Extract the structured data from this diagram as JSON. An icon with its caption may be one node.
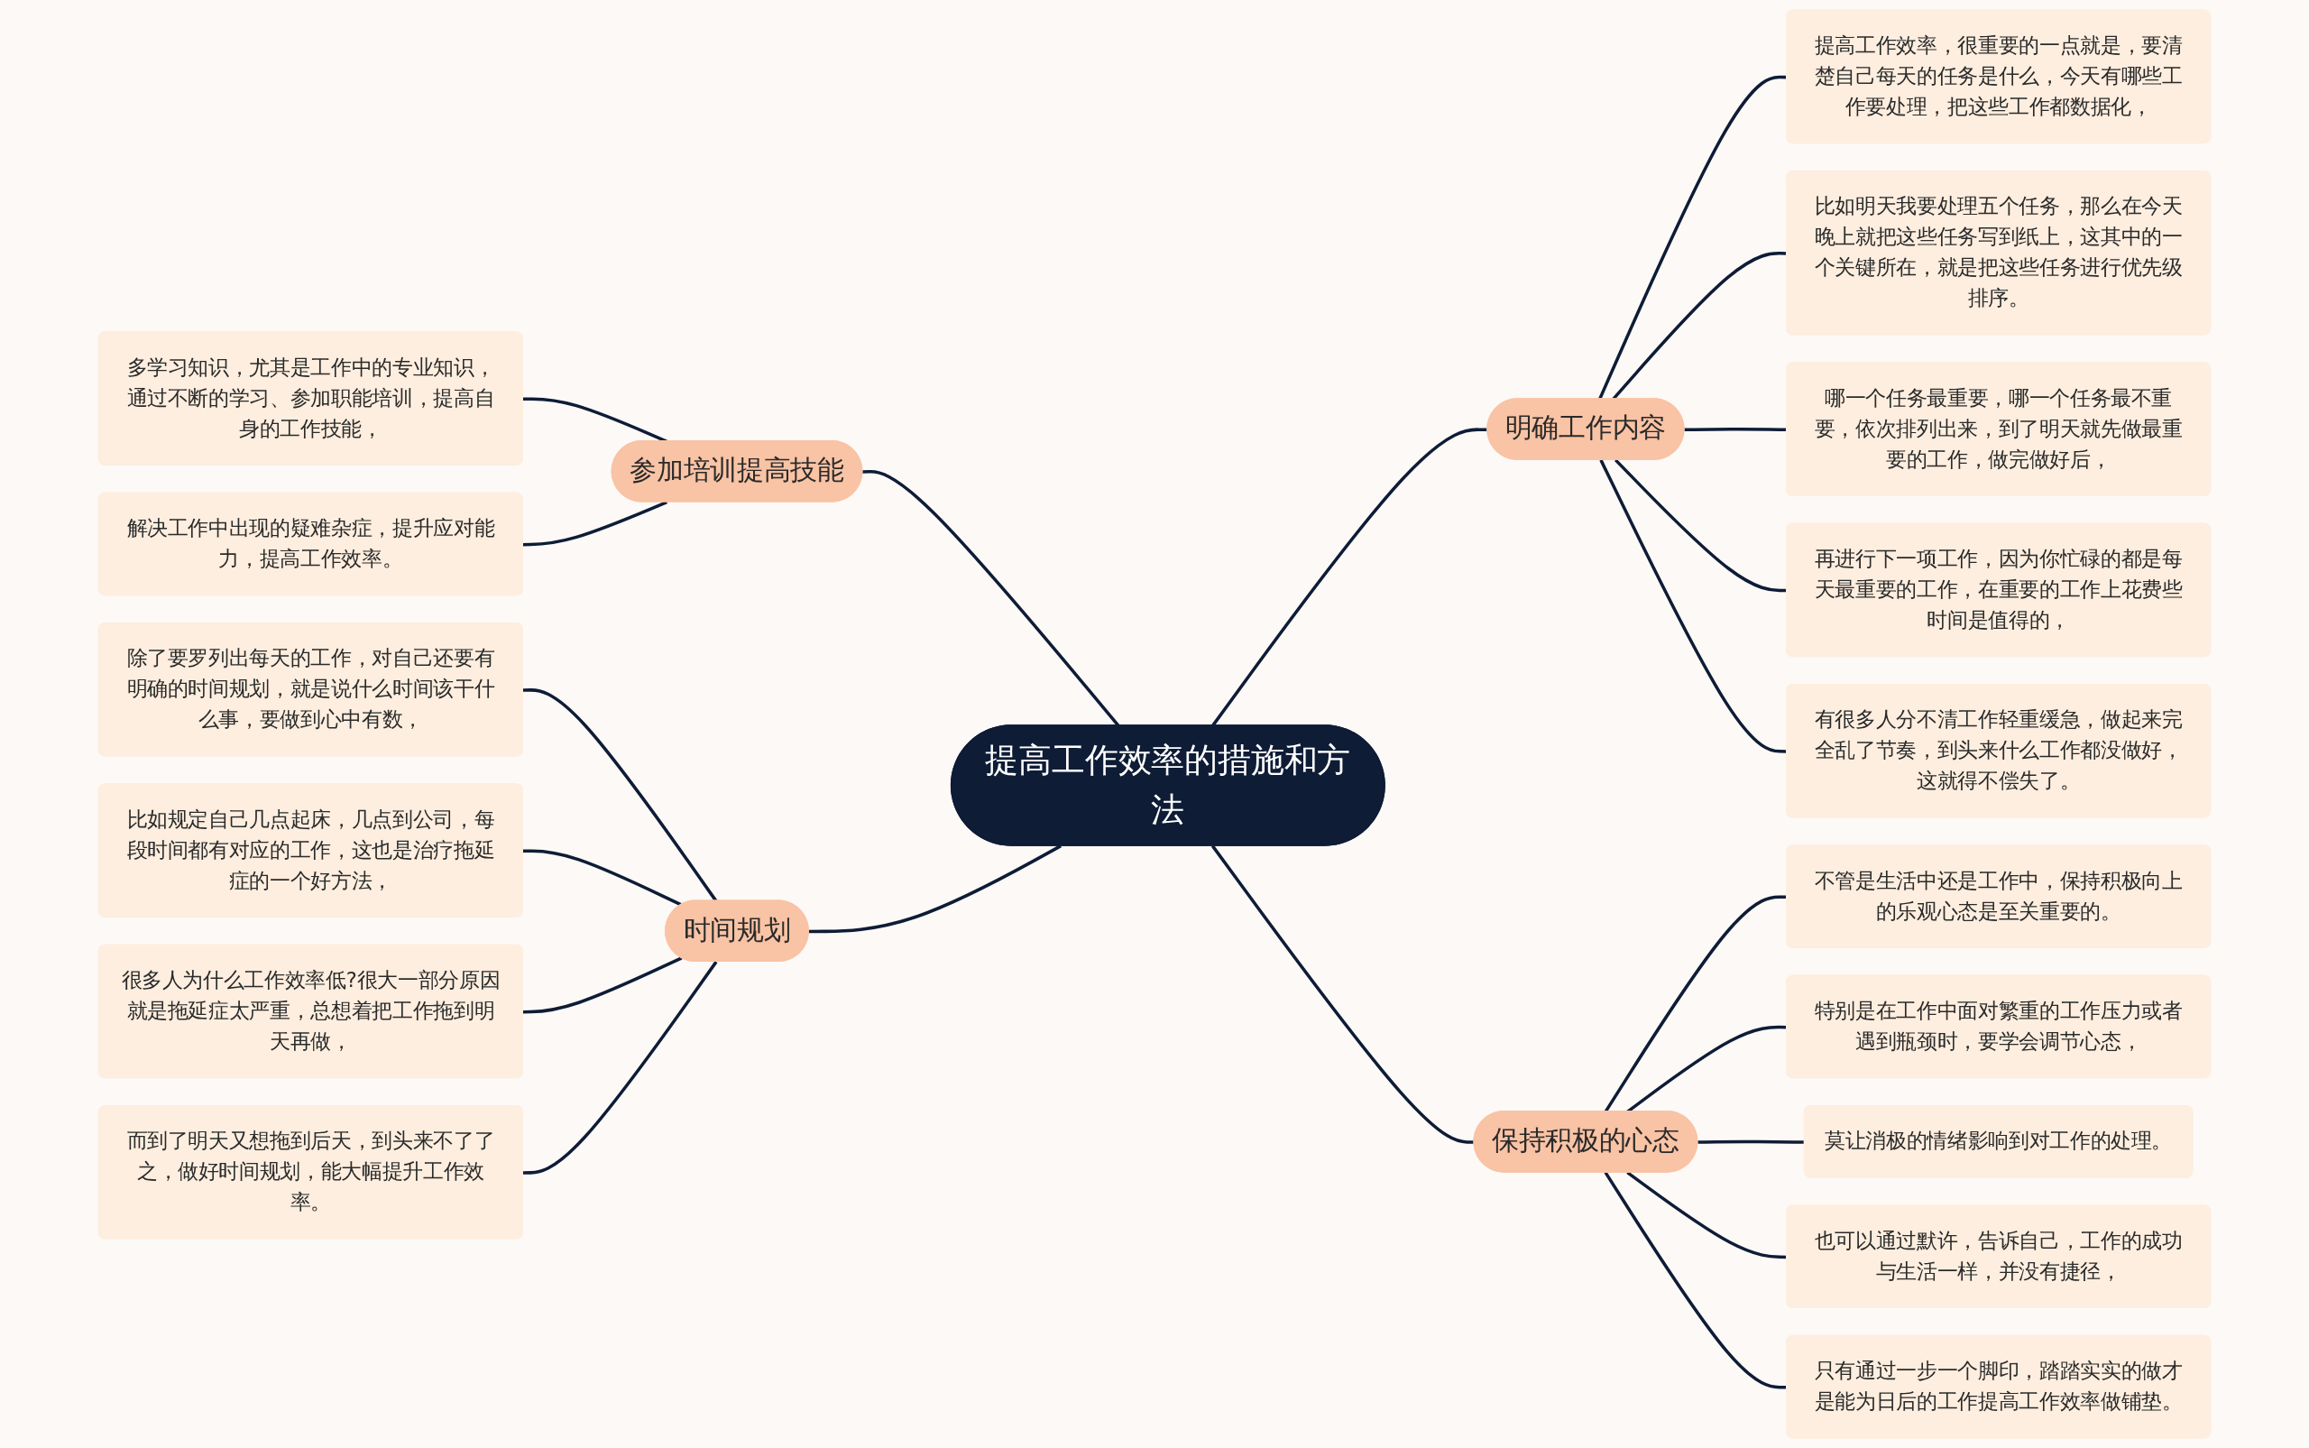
{
  "diagram": {
    "nodes": [
      {
        "text": [
          "提高工作效率的措施和方法"
        ]
      },
      {
        "text": [
          "明确工作内容"
        ]
      },
      {
        "text": [
          "提高工作效率，很重要的一点就是，要清楚自己每天的任务是什么，今天有哪些工作要处理，把这些工作都数据化，"
        ]
      },
      {
        "text": [
          "比如明天我要处理五个任务，那么在今天晚上就把这些任务写到纸上，这其中的一个关键所在，就是把这些任务进行优先级排序。"
        ]
      },
      {
        "text": [
          "哪一个任务最重要，哪一个任务最不重要，依次排列出来，到了明天就先做最重要的工作，做完做好后，"
        ]
      },
      {
        "text": [
          "再进行下一项工作，因为你忙碌的都是每天最重要的工作，在重要的工作上花费些时间是值得的，"
        ]
      },
      {
        "text": [
          "有很多人分不清工作轻重缓急，做起来完全乱了节奏，到头来什么工作都没做好，这就得不偿失了。"
        ]
      },
      {
        "text": [
          "保持积极的心态"
        ]
      },
      {
        "text": [
          "不管是生活中还是工作中，保持积极向上的乐观心态是至关重要的。"
        ]
      },
      {
        "text": [
          "特别是在工作中面对繁重的工作压力或者遇到瓶颈时，要学会调节心态，"
        ]
      },
      {
        "text": [
          "莫让消极的情绪影响到对工作的处理。"
        ]
      },
      {
        "text": [
          "也可以通过默许，告诉自己，工作的成功与生活一样，并没有捷径，"
        ]
      },
      {
        "text": [
          "只有通过一步一个脚印，踏踏实实的做才是能为日后的工作提高工作效率做铺垫。"
        ]
      },
      {
        "text": [
          "参加培训提高技能"
        ]
      },
      {
        "text": [
          "多学习知识，尤其是工作中的专业知识，通过不断的学习、参加职能培训，提高自身的工作技能，"
        ]
      },
      {
        "text": [
          "解决工作中出现的疑难杂症，提升应对能力，提高工作效率。"
        ]
      },
      {
        "text": [
          "时间规划"
        ]
      },
      {
        "text": [
          "除了要罗列出每天的工作，对自己还要有明确的时间规划，就是说什么时间该干什么事，要做到心中有数，"
        ]
      },
      {
        "text": [
          "比如规定自己几点起床，几点到公司，每段时间都有对应的工作，这也是治疗拖延症的一个好方法，"
        ]
      },
      {
        "text": [
          "很多人为什么工作效率低?很大一部分原因就是拖延症太严重，总想着把工作拖到明天再做，"
        ]
      },
      {
        "text": [
          "而到了明天又想拖到后天，到头来不了了之，做好时间规划，能大幅提升工作效率。"
        ]
      }
    ],
    "edges": [
      {
        "from": 0,
        "to": 1,
        "arrow": "none"
      },
      {
        "from": 1,
        "to": 2,
        "arrow": "none"
      },
      {
        "from": 1,
        "to": 3,
        "arrow": "none"
      },
      {
        "from": 1,
        "to": 4,
        "arrow": "none"
      },
      {
        "from": 1,
        "to": 5,
        "arrow": "none"
      },
      {
        "from": 1,
        "to": 6,
        "arrow": "none"
      },
      {
        "from": 0,
        "to": 7,
        "arrow": "none"
      },
      {
        "from": 7,
        "to": 8,
        "arrow": "none"
      },
      {
        "from": 7,
        "to": 9,
        "arrow": "none"
      },
      {
        "from": 7,
        "to": 10,
        "arrow": "none"
      },
      {
        "from": 7,
        "to": 11,
        "arrow": "none"
      },
      {
        "from": 7,
        "to": 12,
        "arrow": "none"
      },
      {
        "from": 0,
        "to": 13,
        "arrow": "none"
      },
      {
        "from": 13,
        "to": 14,
        "arrow": "none"
      },
      {
        "from": 13,
        "to": 15,
        "arrow": "none"
      },
      {
        "from": 0,
        "to": 16,
        "arrow": "none"
      },
      {
        "from": 16,
        "to": 17,
        "arrow": "none"
      },
      {
        "from": 16,
        "to": 18,
        "arrow": "none"
      },
      {
        "from": 16,
        "to": 19,
        "arrow": "none"
      },
      {
        "from": 16,
        "to": 20,
        "arrow": "none"
      }
    ]
  }
}
